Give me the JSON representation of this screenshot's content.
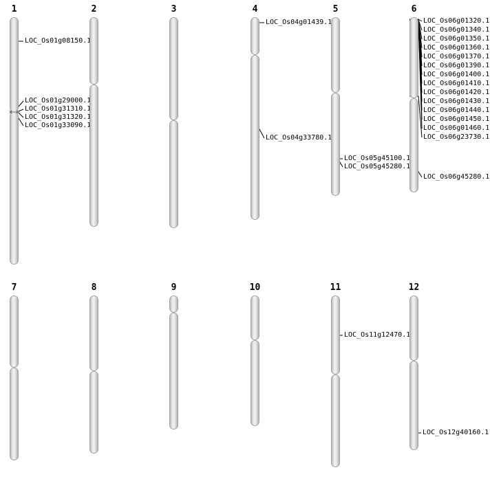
{
  "figure": {
    "kind": "chromosome gene map",
    "background": "#ffffff",
    "chromosome_fill": "#d9d9d9",
    "chromosome_edge": "#a3a3a3",
    "connector_color": "#000000",
    "text_color": "#000000"
  },
  "chromosomes": [
    {
      "number": "1",
      "genes": [
        {
          "label": "LOC_Os01g08150.1"
        },
        {
          "label": "LOC_Os01g29000.1"
        },
        {
          "label": "LOC_Os01g31310.1"
        },
        {
          "label": "LOC_Os01g31320.1"
        },
        {
          "label": "LOC_Os01g33090.1"
        }
      ]
    },
    {
      "number": "2",
      "genes": []
    },
    {
      "number": "3",
      "genes": []
    },
    {
      "number": "4",
      "genes": [
        {
          "label": "LOC_Os04g01439.1"
        },
        {
          "label": "LOC_Os04g33780.1"
        }
      ]
    },
    {
      "number": "5",
      "genes": [
        {
          "label": "LOC_Os05g45100.1"
        },
        {
          "label": "LOC_Os05g45280.1"
        }
      ]
    },
    {
      "number": "6",
      "genes": [
        {
          "label": "LOC_Os06g01320.1"
        },
        {
          "label": "LOC_Os06g01340.1"
        },
        {
          "label": "LOC_Os06g01350.1"
        },
        {
          "label": "LOC_Os06g01360.1"
        },
        {
          "label": "LOC_Os06g01370.1"
        },
        {
          "label": "LOC_Os06g01390.1"
        },
        {
          "label": "LOC_Os06g01400.1"
        },
        {
          "label": "LOC_Os06g01410.1"
        },
        {
          "label": "LOC_Os06g01420.1"
        },
        {
          "label": "LOC_Os06g01430.1"
        },
        {
          "label": "LOC_Os06g01440.1"
        },
        {
          "label": "LOC_Os06g01450.1"
        },
        {
          "label": "LOC_Os06g01460.1"
        },
        {
          "label": "LOC_Os06g23730.1"
        },
        {
          "label": "LOC_Os06g45280.1"
        }
      ]
    },
    {
      "number": "7",
      "genes": []
    },
    {
      "number": "8",
      "genes": []
    },
    {
      "number": "9",
      "genes": []
    },
    {
      "number": "10",
      "genes": []
    },
    {
      "number": "11",
      "genes": [
        {
          "label": "LOC_Os11g12470.1"
        }
      ]
    },
    {
      "number": "12",
      "genes": [
        {
          "label": "LOC_Os12g40160.1"
        }
      ]
    }
  ]
}
